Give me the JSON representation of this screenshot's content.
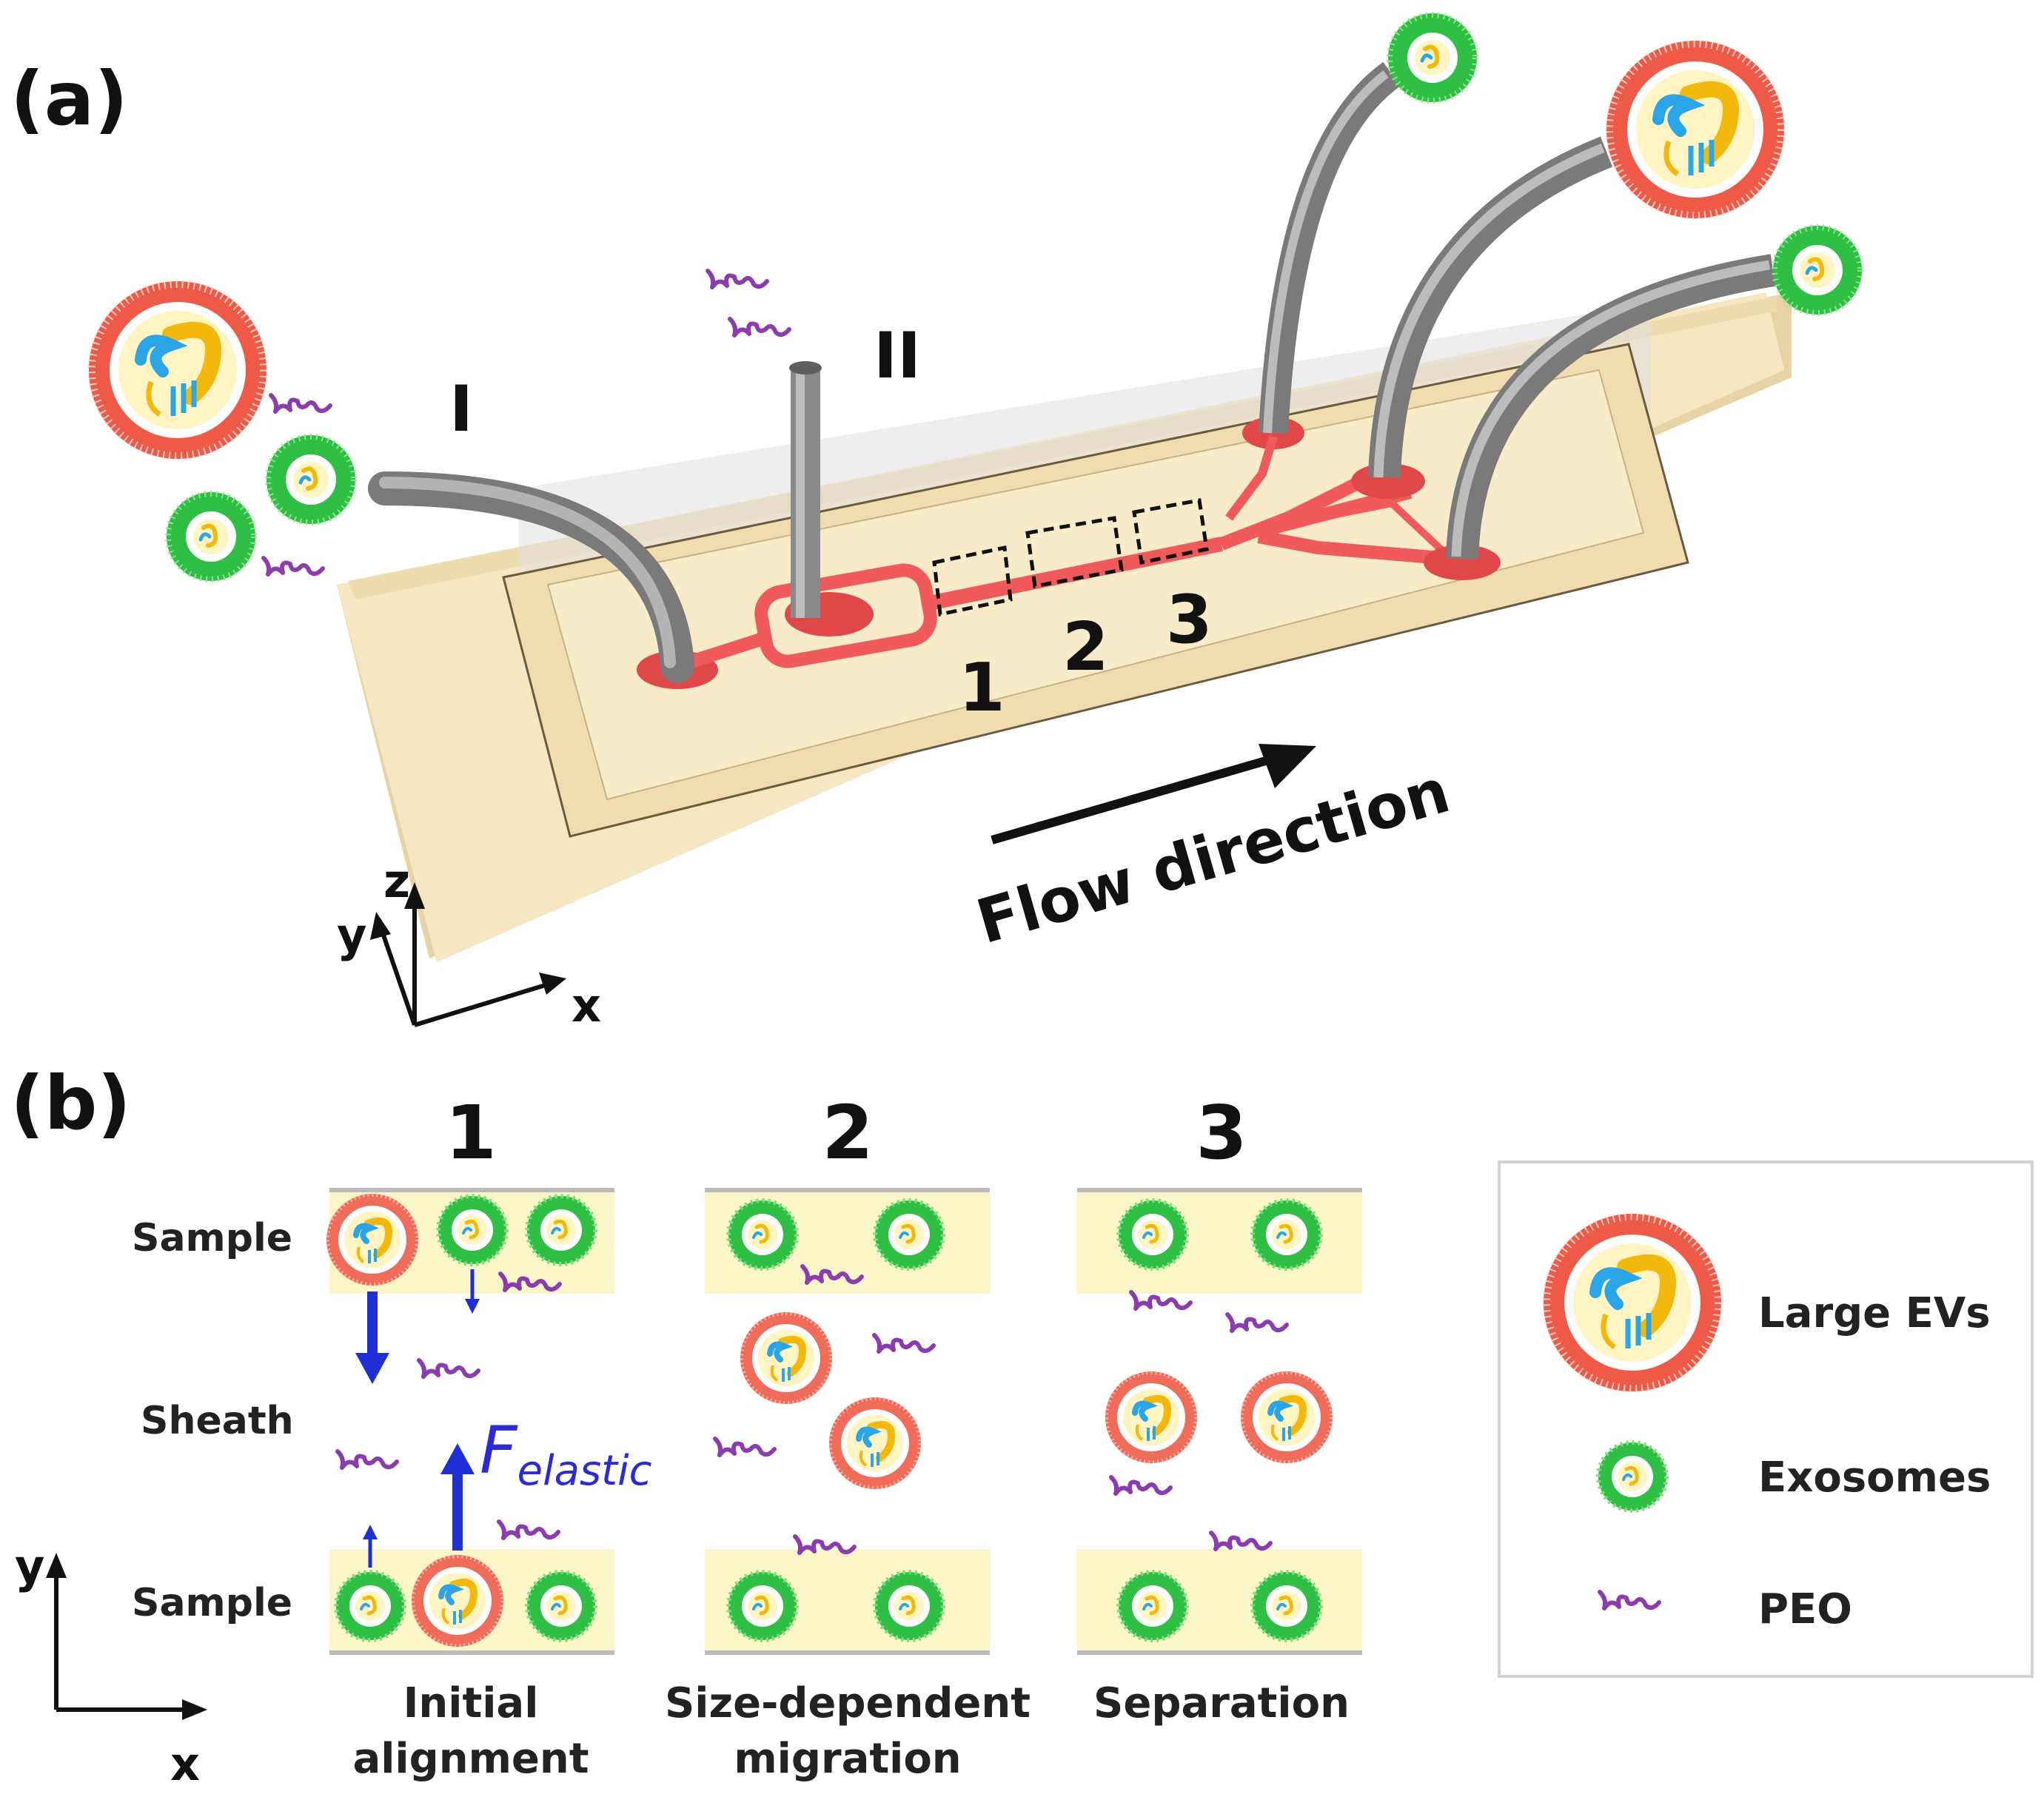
{
  "panel_a": {
    "label": "(a)",
    "inlet_1": "I",
    "inlet_2": "II",
    "boxes": [
      "1",
      "2",
      "3"
    ],
    "flow_label": "Flow direction",
    "axes": {
      "z": "z",
      "y": "y",
      "x": "x"
    }
  },
  "panel_b": {
    "label": "(b)",
    "stages": [
      {
        "number": "1",
        "caption_line1": "Initial",
        "caption_line2": "alignment"
      },
      {
        "number": "2",
        "caption_line1": "Size-dependent",
        "caption_line2": "migration"
      },
      {
        "number": "3",
        "caption_line1": "Separation",
        "caption_line2": ""
      }
    ],
    "rows": {
      "top": "Sample",
      "middle": "Sheath",
      "bottom": "Sample"
    },
    "force": {
      "main": "F",
      "subscript": "elastic"
    },
    "axes": {
      "y": "y",
      "x": "x"
    }
  },
  "legend": {
    "items": [
      {
        "label": "Large EVs",
        "icon": "large-ev-icon"
      },
      {
        "label": "Exosomes",
        "icon": "exosome-icon"
      },
      {
        "label": "PEO",
        "icon": "peo-icon"
      }
    ]
  },
  "colors": {
    "large_ev": "#ee5a4a",
    "exosome": "#35c24a",
    "peo": "#8b3db0",
    "channel": "#f05a5a",
    "chip": "#f6e6c2",
    "sample_band": "#fbf6c8",
    "arrow": "#1f2fd6"
  }
}
